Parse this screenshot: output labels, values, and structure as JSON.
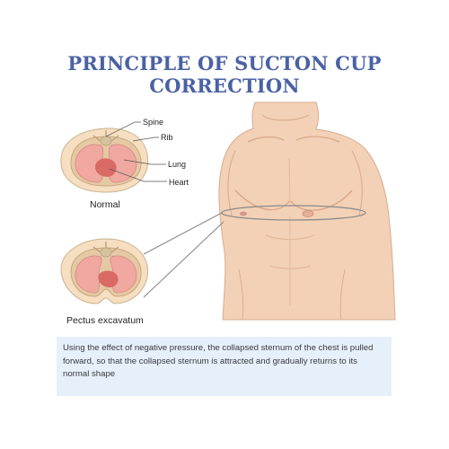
{
  "title": {
    "line1": "PRINCIPLE OF SUCTON CUP",
    "line2": "CORRECTION"
  },
  "labels": {
    "spine": "Spine",
    "rib": "Rib",
    "lung": "Lung",
    "heart": "Heart",
    "normal": "Normal",
    "pectus": "Pectus excavatum"
  },
  "caption": "Using the effect of negative pressure, the collapsed sternum of the chest is pulled forward, so that the collapsed sternum is attracted and gradually returns to its normal shape",
  "colors": {
    "title": "#4a62a4",
    "caption_bg": "#e6f0fb",
    "skin": "#f2d1b6",
    "lung": "#f0a8a0",
    "heart": "#d96a66"
  }
}
